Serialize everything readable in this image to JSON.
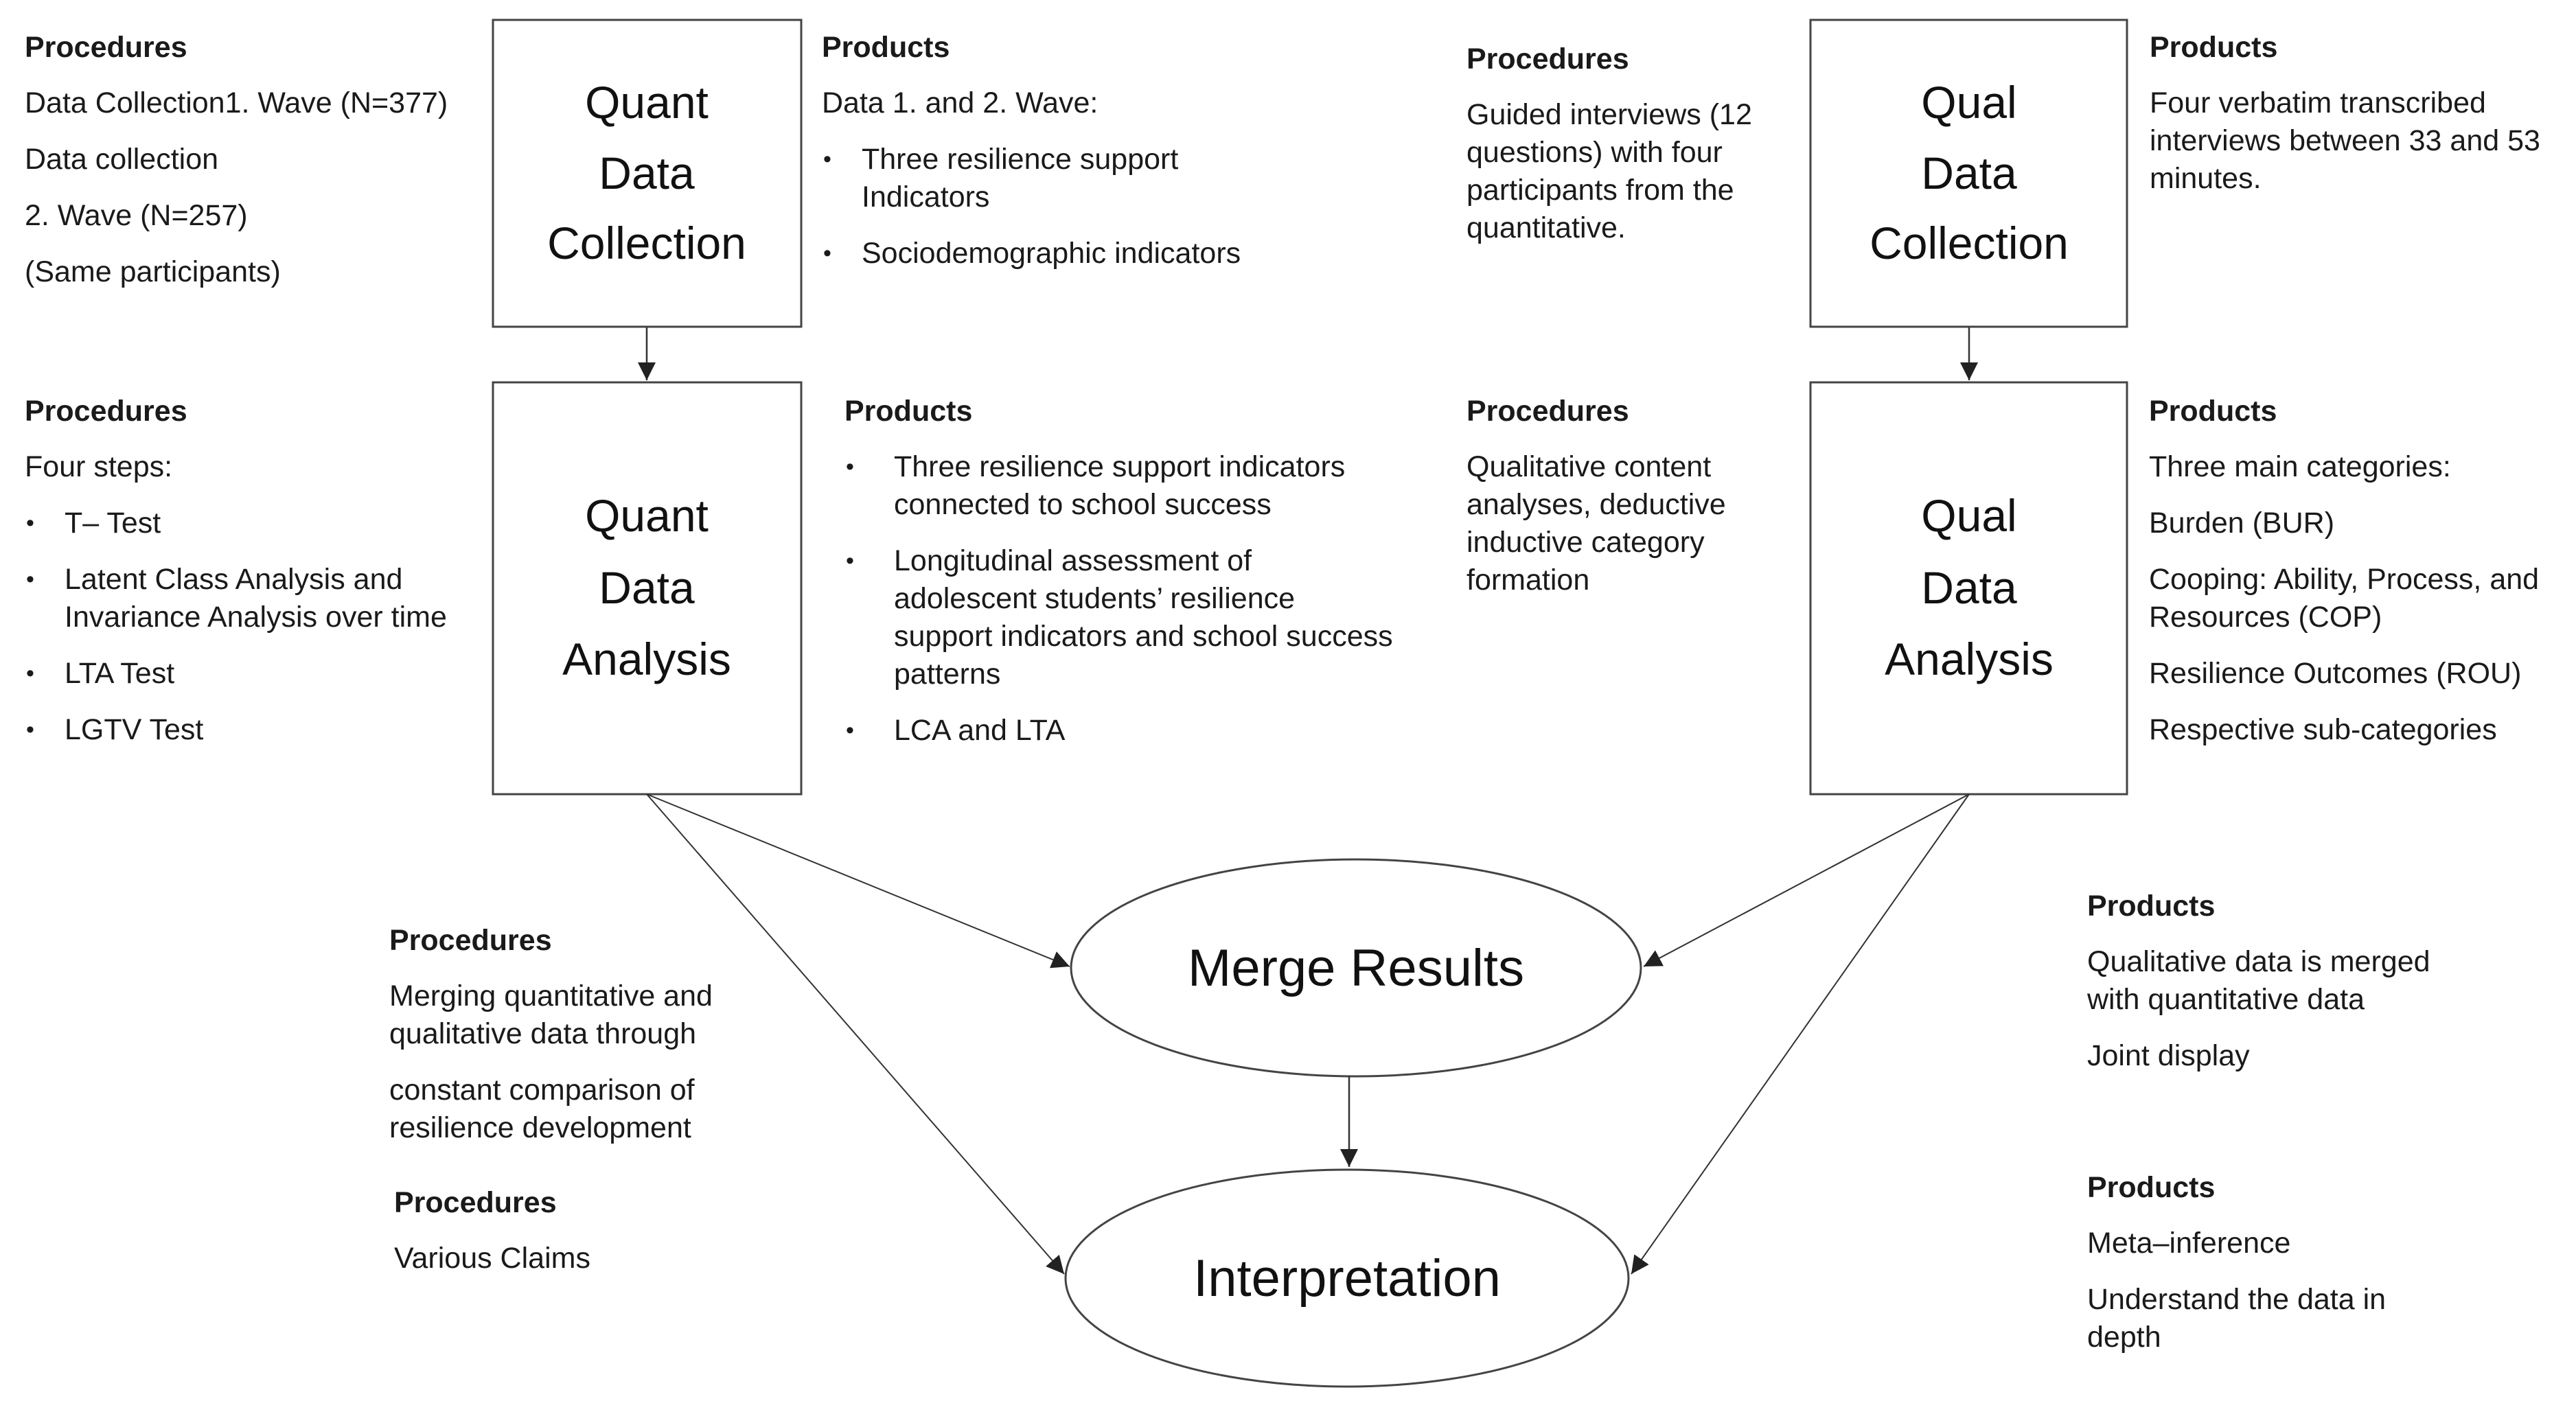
{
  "boxes": {
    "quant_collection": [
      "Quant",
      "Data",
      "Collection"
    ],
    "quant_analysis": [
      "Quant",
      "Data",
      "Analysis"
    ],
    "qual_collection": [
      "Qual",
      "Data",
      "Collection"
    ],
    "qual_analysis": [
      "Qual",
      "Data",
      "Analysis"
    ]
  },
  "ellipses": {
    "merge": "Merge Results",
    "interpretation": "Interpretation"
  },
  "quant_collection_procedures": {
    "heading": "Procedures",
    "lines": [
      "Data Collection1. Wave (N=377)",
      "Data collection",
      "2. Wave (N=257)",
      "(Same participants)"
    ]
  },
  "quant_collection_products": {
    "heading": "Products",
    "intro": "Data  1. and 2. Wave:",
    "items": [
      "Three resilience support Indicators",
      "Sociodemographic indicators"
    ]
  },
  "quant_analysis_procedures": {
    "heading": "Procedures",
    "intro": "Four steps:",
    "items": [
      "T– Test",
      "Latent Class Analysis and Invariance Analysis over time",
      "LTA Test",
      "LGTV Test"
    ]
  },
  "quant_analysis_products": {
    "heading": "Products",
    "items": [
      "Three resilience support indicators connected to school success",
      "Longitudinal assessment of adolescent students’ resilience support indicators and school success patterns",
      "LCA and LTA"
    ]
  },
  "qual_collection_procedures": {
    "heading": "Procedures",
    "text": "Guided interviews (12 questions) with four participants from the quantitative."
  },
  "qual_collection_products": {
    "heading": "Products",
    "text": "Four verbatim transcribed interviews between 33 and 53 minutes."
  },
  "qual_analysis_procedures": {
    "heading": "Procedures",
    "text": "Qualitative content analyses, deductive inductive category formation"
  },
  "qual_analysis_products": {
    "heading": "Products",
    "lines": [
      "Three main categories:",
      "Burden (BUR)",
      "Cooping: Ability, Process, and Resources (COP)",
      "Resilience Outcomes (ROU)",
      "Respective sub-categories"
    ]
  },
  "merge_procedures": {
    "heading": "Procedures",
    "line1": "Merging quantitative and qualitative data through",
    "line2": "constant comparison of resilience development"
  },
  "interpretation_procedures": {
    "heading": "Procedures",
    "text": "Various Claims"
  },
  "merge_products": {
    "heading": "Products",
    "lines": [
      "Qualitative data is merged with quantitative data",
      "Joint display"
    ]
  },
  "interpretation_products": {
    "heading": "Products",
    "lines": [
      "Meta–inference",
      "Understand the data in depth"
    ]
  }
}
